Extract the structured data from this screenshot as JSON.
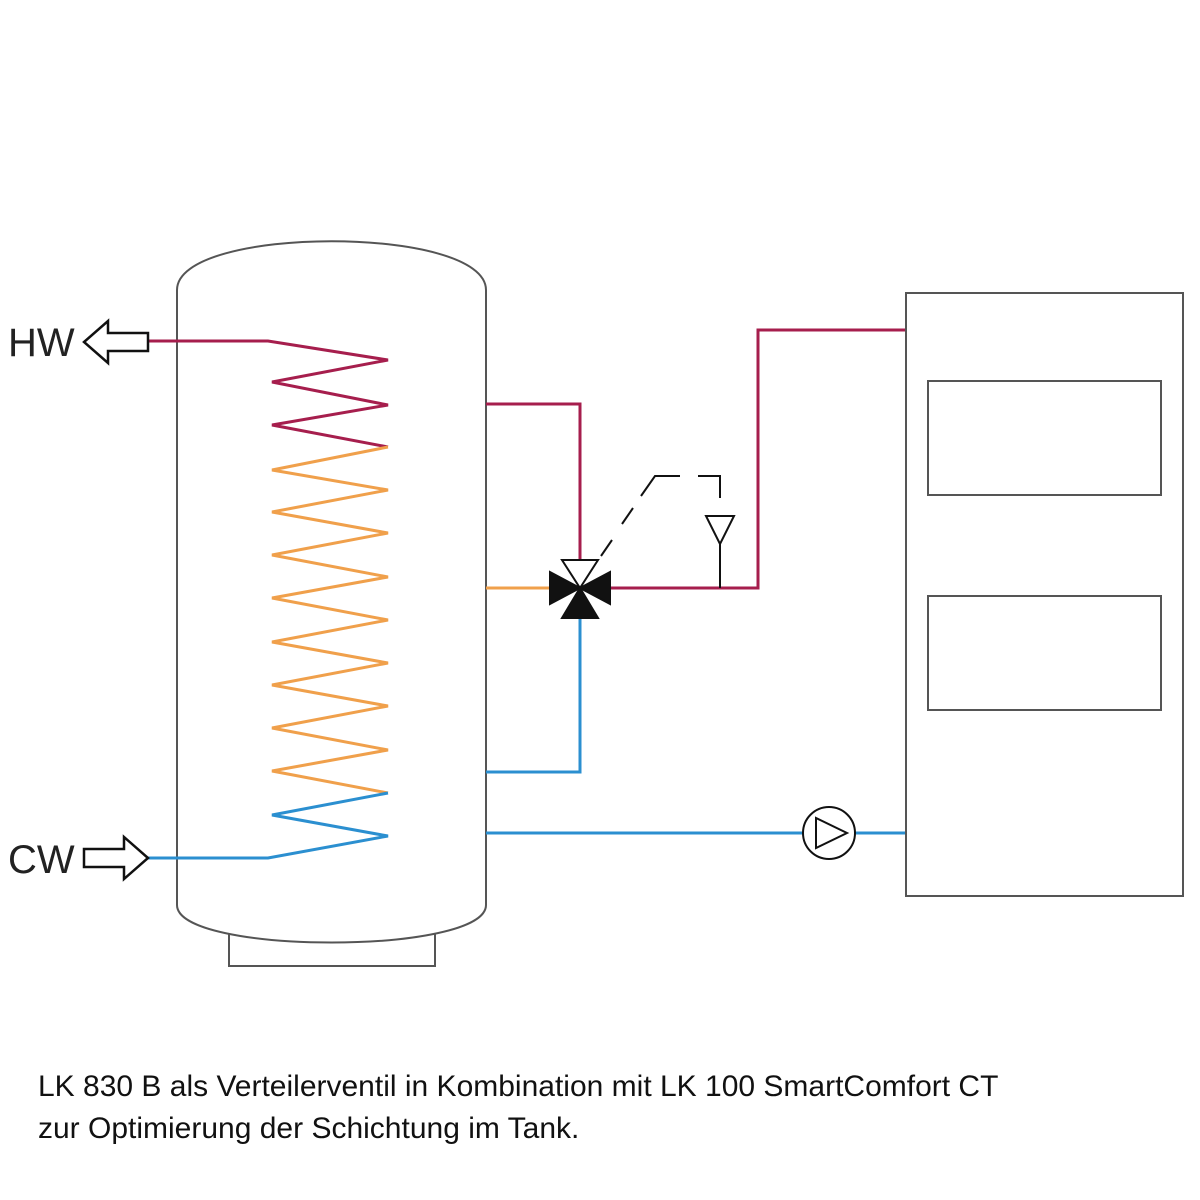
{
  "labels": {
    "hot_water": "HW",
    "cold_water": "CW"
  },
  "caption": {
    "line1": "LK 830 B als Verteilerventil in Kombination mit LK 100 SmartComfort CT",
    "line2": "zur Optimierung der Schichtung im Tank."
  },
  "colors": {
    "hot": "#a61e4d",
    "warm": "#f0a04b",
    "cold": "#2b8fd0",
    "outline": "#555555",
    "symbol": "#111111"
  }
}
